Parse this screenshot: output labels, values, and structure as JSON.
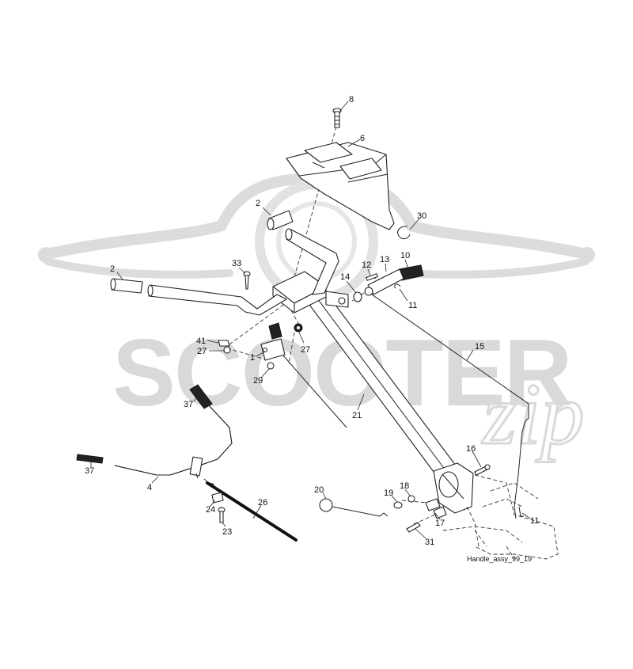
{
  "watermark": {
    "text": "SCOOTER",
    "script": "zip",
    "color": "#d9d9d9"
  },
  "caption": "Handle_assy_99_19",
  "callouts": [
    {
      "id": "c8",
      "text": "8"
    },
    {
      "id": "c6",
      "text": "6"
    },
    {
      "id": "c2a",
      "text": "2"
    },
    {
      "id": "c30",
      "text": "30"
    },
    {
      "id": "c2b",
      "text": "2"
    },
    {
      "id": "c33",
      "text": "33"
    },
    {
      "id": "c12",
      "text": "12"
    },
    {
      "id": "c13",
      "text": "13"
    },
    {
      "id": "c10",
      "text": "10"
    },
    {
      "id": "c14",
      "text": "14"
    },
    {
      "id": "c11a",
      "text": "11"
    },
    {
      "id": "c41",
      "text": "41"
    },
    {
      "id": "c27a",
      "text": "27"
    },
    {
      "id": "c27b",
      "text": "27"
    },
    {
      "id": "c1",
      "text": "1"
    },
    {
      "id": "c15",
      "text": "15"
    },
    {
      "id": "c29",
      "text": "29"
    },
    {
      "id": "c21",
      "text": "21"
    },
    {
      "id": "c37a",
      "text": "37"
    },
    {
      "id": "c37b",
      "text": "37"
    },
    {
      "id": "c4",
      "text": "4"
    },
    {
      "id": "c16",
      "text": "16"
    },
    {
      "id": "c26",
      "text": "26"
    },
    {
      "id": "c24",
      "text": "24"
    },
    {
      "id": "c20",
      "text": "20"
    },
    {
      "id": "c19",
      "text": "19"
    },
    {
      "id": "c18",
      "text": "18"
    },
    {
      "id": "c17",
      "text": "17"
    },
    {
      "id": "c11b",
      "text": "11"
    },
    {
      "id": "c23",
      "text": "23"
    },
    {
      "id": "c31",
      "text": "31"
    }
  ]
}
